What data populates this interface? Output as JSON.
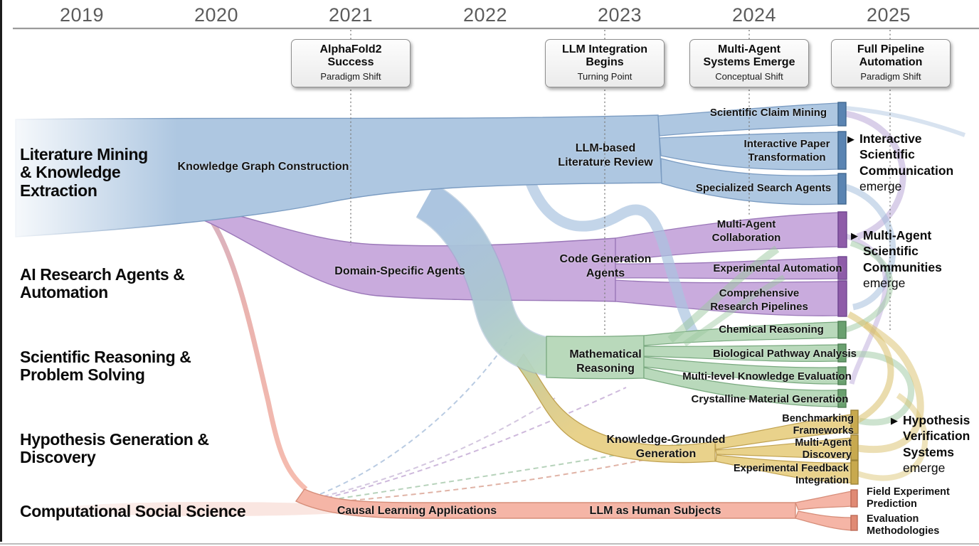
{
  "timeline": {
    "years": [
      "2019",
      "2020",
      "2021",
      "2022",
      "2023",
      "2024",
      "2025"
    ]
  },
  "milestones": [
    {
      "title": "AlphaFold2\nSuccess",
      "subtitle": "Paradigm Shift"
    },
    {
      "title": "LLM Integration\nBegins",
      "subtitle": "Turning Point"
    },
    {
      "title": "Multi-Agent\nSystems Emerge",
      "subtitle": "Conceptual Shift"
    },
    {
      "title": "Full Pipeline\nAutomation",
      "subtitle": "Paradigm Shift"
    }
  ],
  "categories": [
    {
      "label": "Literature Mining\n& Knowledge\nExtraction"
    },
    {
      "label": "AI Research Agents &\nAutomation"
    },
    {
      "label": "Scientific Reasoning &\nProblem Solving"
    },
    {
      "label": "Hypothesis Generation &\nDiscovery"
    },
    {
      "label": "Computational Social Science"
    }
  ],
  "streams": [
    {
      "id": "literature-mining",
      "color": "#aec7e1",
      "edge": "#7b9cc2",
      "node_color": "#5a84b2",
      "labels": {
        "stage1": "Knowledge Graph Construction",
        "stage2": "LLM-based\nLiterature Review"
      },
      "outputs": [
        "Scientific Claim Mining",
        "Interactive Paper\nTransformation",
        "Specialized Search Agents"
      ]
    },
    {
      "id": "ai-research-agents",
      "color": "#c9abdd",
      "edge": "#9a77b8",
      "node_color": "#8e5ca8",
      "labels": {
        "stage1": "Domain-Specific Agents",
        "stage2": "Code Generation\nAgents"
      },
      "outputs": [
        "Multi-Agent\nCollaboration",
        "Experimental Automation",
        "Comprehensive\nResearch Pipelines"
      ]
    },
    {
      "id": "scientific-reasoning",
      "color": "#b9d9bb",
      "edge": "#79a97f",
      "node_color": "#6aa06f",
      "labels": {
        "stage2": "Mathematical\nReasoning"
      },
      "outputs": [
        "Chemical Reasoning",
        "Biological Pathway Analysis",
        "Multi-level Knowledge Evaluation",
        "Crystalline Material Generation"
      ]
    },
    {
      "id": "hypothesis-generation",
      "color": "#e9d28b",
      "edge": "#c0a251",
      "node_color": "#c8a94e",
      "labels": {
        "stage2": "Knowledge-Grounded\nGeneration"
      },
      "outputs": [
        "Benchmarking\nFrameworks",
        "Multi-Agent\nDiscovery",
        "Experimental Feedback\nIntegration"
      ]
    },
    {
      "id": "computational-social-science",
      "color": "#f5b5a6",
      "edge": "#d68d79",
      "node_color": "#e08a74",
      "labels": {
        "stage1": "Causal Learning Applications",
        "stage2": "LLM as Human Subjects"
      },
      "outputs": [
        "Field Experiment\nPrediction",
        "Evaluation\nMethodologies"
      ]
    }
  ],
  "outcomes": [
    {
      "marker": "▶",
      "title": "Interactive Scientific\nCommunication",
      "note": "emerge"
    },
    {
      "marker": "▶",
      "title": "Multi-Agent\nScientific\nCommunities",
      "note": "emerge"
    },
    {
      "marker": "▶",
      "title": "Hypothesis\nVerification\nSystems",
      "note": "emerge"
    }
  ]
}
